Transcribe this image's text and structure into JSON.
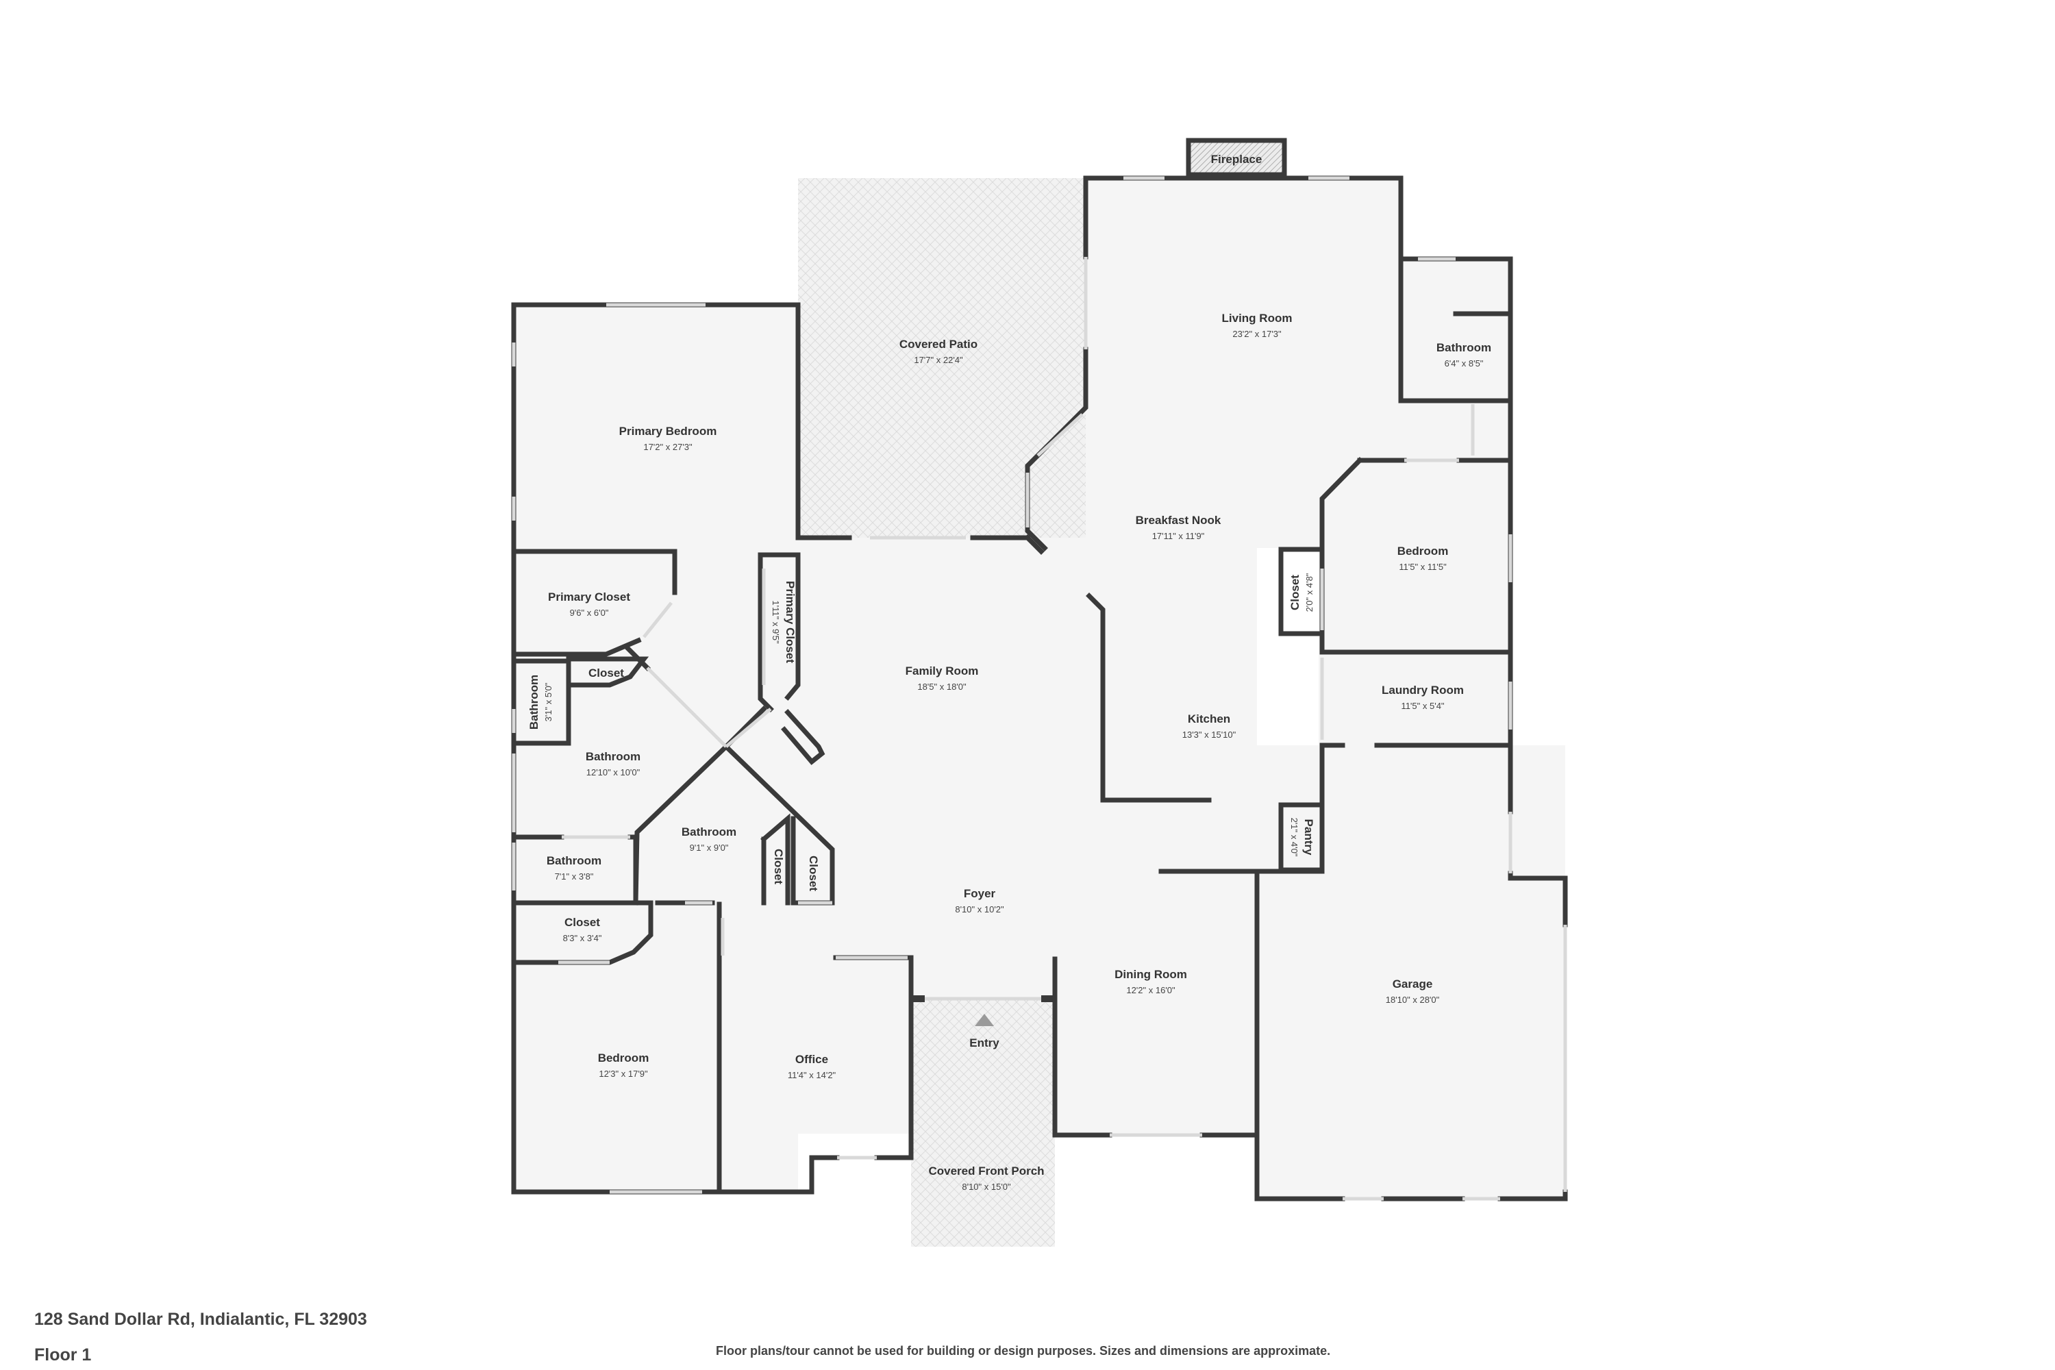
{
  "address": "128 Sand Dollar Rd, Indialantic, FL 32903",
  "floor_label": "Floor 1",
  "disclaimer": "Floor plans/tour cannot be used for building or design purposes. Sizes and dimensions are approximate.",
  "rooms": [
    {
      "id": "fireplace",
      "name": "Fireplace",
      "dims": ""
    },
    {
      "id": "covered-patio",
      "name": "Covered Patio",
      "dims": "17'7\" x 22'4\""
    },
    {
      "id": "living-room",
      "name": "Living Room",
      "dims": "23'2\" x 17'3\""
    },
    {
      "id": "bathroom-ne",
      "name": "Bathroom",
      "dims": "6'4\" x 8'5\""
    },
    {
      "id": "primary-bedroom",
      "name": "Primary Bedroom",
      "dims": "17'2\" x 27'3\""
    },
    {
      "id": "breakfast-nook",
      "name": "Breakfast Nook",
      "dims": "17'11\" x 11'9\""
    },
    {
      "id": "bedroom-east",
      "name": "Bedroom",
      "dims": "11'5\" x 11'5\""
    },
    {
      "id": "primary-closet-1",
      "name": "Primary Closet",
      "dims": "9'6\" x 6'0\""
    },
    {
      "id": "primary-closet-2",
      "name": "Primary Closet",
      "dims": "1'11\" x 9'5\""
    },
    {
      "id": "closet-east",
      "name": "Closet",
      "dims": "2'0\" x 4'8\""
    },
    {
      "id": "family-room",
      "name": "Family Room",
      "dims": "18'5\" x 18'0\""
    },
    {
      "id": "laundry-room",
      "name": "Laundry Room",
      "dims": "11'5\" x 5'4\""
    },
    {
      "id": "closet-small",
      "name": "Closet",
      "dims": ""
    },
    {
      "id": "bathroom-narrow",
      "name": "Bathroom",
      "dims": "3'1\" x 5'0\""
    },
    {
      "id": "kitchen",
      "name": "Kitchen",
      "dims": "13'3\" x 15'10\""
    },
    {
      "id": "bathroom-primary",
      "name": "Bathroom",
      "dims": "12'10\" x 10'0\""
    },
    {
      "id": "pantry",
      "name": "Pantry",
      "dims": "2'1\" x 4'0\""
    },
    {
      "id": "bathroom-hall",
      "name": "Bathroom",
      "dims": "9'1\" x 9'0\""
    },
    {
      "id": "closet-hall-1",
      "name": "Closet",
      "dims": ""
    },
    {
      "id": "closet-hall-2",
      "name": "Closet",
      "dims": ""
    },
    {
      "id": "bathroom-small",
      "name": "Bathroom",
      "dims": "7'1\" x 3'8\""
    },
    {
      "id": "foyer",
      "name": "Foyer",
      "dims": "8'10\" x 10'2\""
    },
    {
      "id": "closet-bedroom",
      "name": "Closet",
      "dims": "8'3\" x 3'4\""
    },
    {
      "id": "dining-room",
      "name": "Dining Room",
      "dims": "12'2\" x 16'0\""
    },
    {
      "id": "garage",
      "name": "Garage",
      "dims": "18'10\" x 28'0\""
    },
    {
      "id": "entry",
      "name": "Entry",
      "dims": ""
    },
    {
      "id": "bedroom-sw",
      "name": "Bedroom",
      "dims": "12'3\" x 17'9\""
    },
    {
      "id": "office",
      "name": "Office",
      "dims": "11'4\" x 14'2\""
    },
    {
      "id": "covered-front-porch",
      "name": "Covered Front Porch",
      "dims": "8'10\" x 15'0\""
    }
  ]
}
